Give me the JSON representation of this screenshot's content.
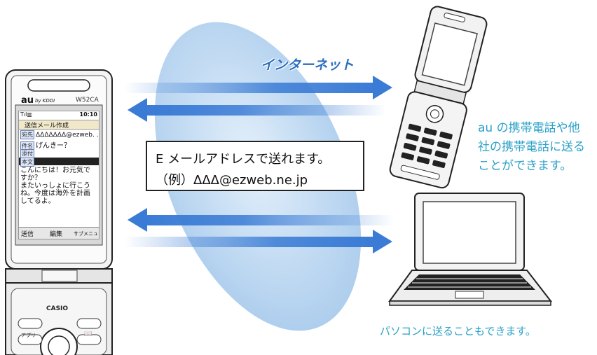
{
  "internet_label": "インターネット",
  "callout": {
    "line1": "E メールアドレスで送れます。",
    "line2": "（例）ΔΔΔ@ezweb.ne.jp"
  },
  "captions": {
    "phone": [
      "au の携帯電話や他",
      "社の携帯電話に送る",
      "ことができます。"
    ],
    "pc": "パソコンに送ることもできます。"
  },
  "left_phone": {
    "brand": "au",
    "brand_sub": "by KDDI",
    "model": "W52CA",
    "time": "10:10",
    "screen_title": "送信メール作成",
    "to_tag": "宛先",
    "to_value": "ΔΔΔΔΔΔΔ@ezweb. …",
    "subject_tag": "件名",
    "subject_value": "げんきー？",
    "attach_tag": "添付",
    "body_tag": "本文",
    "body_lines": [
      "こんにちは！お元気で",
      "すか？",
      "またいっしょに行こう",
      "ね。今度は海外を計画",
      "してるよ。"
    ],
    "softkeys": [
      "送信",
      "編集",
      "サブメニュー"
    ],
    "maker": "CASIO",
    "key_app": "アプリ",
    "key_book": "📖"
  },
  "colors": {
    "arrow": "#3a7bd5",
    "globe": "#c3dcf2",
    "caption": "#2aa0c8"
  }
}
